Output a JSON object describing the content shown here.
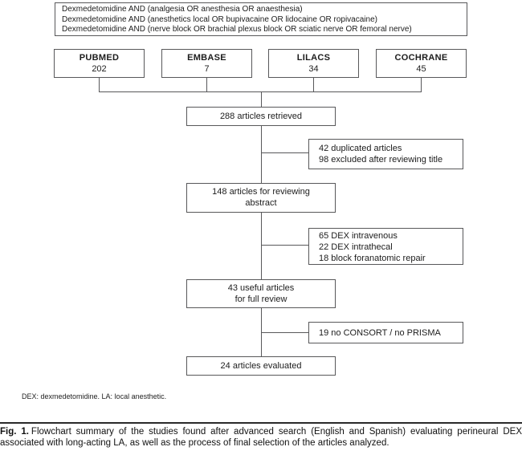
{
  "flowchart": {
    "keywords_box": {
      "lines": [
        "Dexmedetomidine AND (analgesia OR anesthesia OR anaesthesia)",
        "Dexmedetomidine AND (anesthetics local OR bupivacaine OR lidocaine OR ropivacaine)",
        "Dexmedetomidine AND (nerve block OR brachial plexus block OR sciatic nerve OR femoral nerve)"
      ]
    },
    "databases": [
      {
        "name": "PUBMED",
        "count": "202"
      },
      {
        "name": "EMBASE",
        "count": "7"
      },
      {
        "name": "LILACS",
        "count": "34"
      },
      {
        "name": "COCHRANE",
        "count": "45"
      }
    ],
    "main_boxes": [
      {
        "line1": "288 articles retrieved",
        "line2": ""
      },
      {
        "line1": "148 articles for reviewing",
        "line2": "abstract"
      },
      {
        "line1": "43 useful articles",
        "line2": "for full review"
      },
      {
        "line1": "24 articles evaluated",
        "line2": ""
      }
    ],
    "exclusion_boxes": [
      {
        "lines": [
          "42 duplicated articles",
          "98 excluded after reviewing title",
          ""
        ]
      },
      {
        "lines": [
          "65 DEX intravenous",
          "22 DEX intrathecal",
          "18 block foranatomic repair"
        ]
      },
      {
        "lines": [
          "19 no CONSORT / no PRISMA",
          "",
          ""
        ]
      }
    ],
    "footnote": "DEX: dexmedetomidine. LA: local anesthetic."
  },
  "caption": {
    "label": "Fig. 1.",
    "text": "Flowchart summary of the studies found after advanced search (English and Spanish) evaluating perineural DEX associated with long-acting LA, as well as the process of final selection of the articles analyzed."
  },
  "colors": {
    "box_border": "#58585a",
    "connector_line": "#58585a",
    "text": "#1c1c1c",
    "background": "#ffffff"
  }
}
